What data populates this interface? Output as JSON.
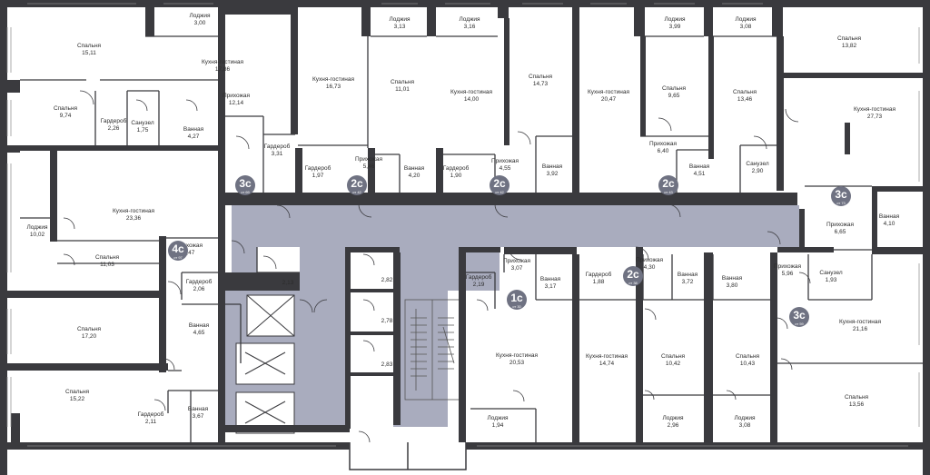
{
  "apartment_markers": [
    {
      "type": "3с",
      "price": "от 69"
    },
    {
      "type": "2с",
      "price": "от 42"
    },
    {
      "type": "2с",
      "price": "от 42"
    },
    {
      "type": "2с",
      "price": "от 43"
    },
    {
      "type": "3с",
      "price": "от 73"
    },
    {
      "type": "4с",
      "price": "от 97"
    },
    {
      "type": "1с",
      "price": "от 30"
    },
    {
      "type": "2с",
      "price": "от 38"
    },
    {
      "type": "3с",
      "price": "от 59"
    }
  ],
  "rooms": [
    {
      "name": "Лоджия",
      "area": "3,00"
    },
    {
      "name": "Спальня",
      "area": "15,11"
    },
    {
      "name": "Кухня-гостиная",
      "area": "17,86"
    },
    {
      "name": "Прихожая",
      "area": "12,14"
    },
    {
      "name": "Спальня",
      "area": "9,74"
    },
    {
      "name": "Гардероб",
      "area": "2,26"
    },
    {
      "name": "Санузел",
      "area": "1,75"
    },
    {
      "name": "Ванная",
      "area": "4,27"
    },
    {
      "name": "Гардероб",
      "area": "3,31"
    },
    {
      "name": "Лоджия",
      "area": "3,13"
    },
    {
      "name": "Кухня-гостиная",
      "area": "16,73"
    },
    {
      "name": "Спальня",
      "area": "11,01"
    },
    {
      "name": "Прихожая",
      "area": "5,46"
    },
    {
      "name": "Гардероб",
      "area": "1,97"
    },
    {
      "name": "Ванная",
      "area": "4,20"
    },
    {
      "name": "Лоджия",
      "area": "3,16"
    },
    {
      "name": "Кухня-гостиная",
      "area": "14,00"
    },
    {
      "name": "Гардероб",
      "area": "1,90"
    },
    {
      "name": "Прихожая",
      "area": "4,55"
    },
    {
      "name": "Спальня",
      "area": "14,73"
    },
    {
      "name": "Ванная",
      "area": "3,92"
    },
    {
      "name": "Кухня-гостиная",
      "area": "20,47"
    },
    {
      "name": "Лоджия",
      "area": "3,99"
    },
    {
      "name": "Спальня",
      "area": "9,65"
    },
    {
      "name": "Прихожая",
      "area": "6,40"
    },
    {
      "name": "Ванная",
      "area": "4,51"
    },
    {
      "name": "Лоджия",
      "area": "3,08"
    },
    {
      "name": "Спальня",
      "area": "13,46"
    },
    {
      "name": "Санузел",
      "area": "2,90"
    },
    {
      "name": "Спальня",
      "area": "13,82"
    },
    {
      "name": "Кухня-гостиная",
      "area": "27,73"
    },
    {
      "name": "Прихожая",
      "area": "6,65"
    },
    {
      "name": "Ванная",
      "area": "4,10"
    },
    {
      "name": "Кухня-гостиная",
      "area": "23,36"
    },
    {
      "name": "Лоджия",
      "area": "10,02"
    },
    {
      "name": "Спальня",
      "area": "11,03"
    },
    {
      "name": "Прихожая",
      "area": "8,47"
    },
    {
      "name": "Гардероб",
      "area": "2,06"
    },
    {
      "name": "Спальня",
      "area": "17,20"
    },
    {
      "name": "Ванная",
      "area": "4,65"
    },
    {
      "name": "Спальня",
      "area": "15,22"
    },
    {
      "name": "Гардероб",
      "area": "2,11"
    },
    {
      "name": "Ванная",
      "area": "3,67"
    },
    {
      "name": "",
      "area": "2,13"
    },
    {
      "name": "",
      "area": "2,82"
    },
    {
      "name": "",
      "area": "2,78"
    },
    {
      "name": "",
      "area": "2,83"
    },
    {
      "name": "Прихожая",
      "area": "3,07"
    },
    {
      "name": "Гардероб",
      "area": "2,19"
    },
    {
      "name": "Ванная",
      "area": "3,17"
    },
    {
      "name": "Кухня-гостиная",
      "area": "20,53"
    },
    {
      "name": "Лоджия",
      "area": "1,94"
    },
    {
      "name": "Гардероб",
      "area": "1,88"
    },
    {
      "name": "Прихожая",
      "area": "4,30"
    },
    {
      "name": "Ванная",
      "area": "3,72"
    },
    {
      "name": "Кухня-гостиная",
      "area": "14,74"
    },
    {
      "name": "Спальня",
      "area": "10,42"
    },
    {
      "name": "Лоджия",
      "area": "2,96"
    },
    {
      "name": "Ванная",
      "area": "3,80"
    },
    {
      "name": "Спальня",
      "area": "10,43"
    },
    {
      "name": "Лоджия",
      "area": "3,08"
    },
    {
      "name": "Прихожая",
      "area": "5,96"
    },
    {
      "name": "Санузел",
      "area": "1,93"
    },
    {
      "name": "Кухня-гостиная",
      "area": "21,16"
    },
    {
      "name": "Спальня",
      "area": "13,56"
    }
  ],
  "colors": {
    "wall": "#3a3a3e",
    "corridor": "#a9acbe",
    "badge": "#6f7282",
    "thin": "#555555"
  }
}
